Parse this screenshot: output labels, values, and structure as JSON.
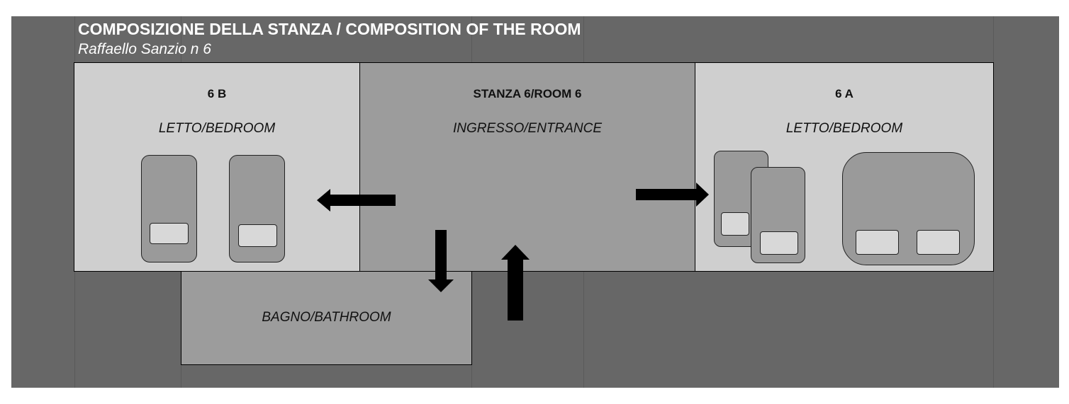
{
  "header": {
    "title": "COMPOSIZIONE DELLA STANZA / COMPOSITION OF THE ROOM",
    "subtitle": "Raffaello Sanzio n 6"
  },
  "rooms": {
    "room_6b": {
      "name": "6 B",
      "type": "LETTO/BEDROOM"
    },
    "entrance": {
      "name": "STANZA 6/ROOM 6",
      "type": "INGRESSO/ENTRANCE"
    },
    "room_6a": {
      "name": "6 A",
      "type": "LETTO/BEDROOM"
    },
    "bathroom": {
      "type": "BAGNO/BATHROOM"
    }
  },
  "colors": {
    "background": "#676767",
    "bedroom_fill": "#cfcfcf",
    "entrance_fill": "#9c9c9c",
    "bed_fill": "#9a9a9a",
    "pillow_fill": "#d8d8d8",
    "arrow": "#000000"
  },
  "icons": [
    "single-bed-icon",
    "double-bed-icon",
    "arrow-icon"
  ]
}
